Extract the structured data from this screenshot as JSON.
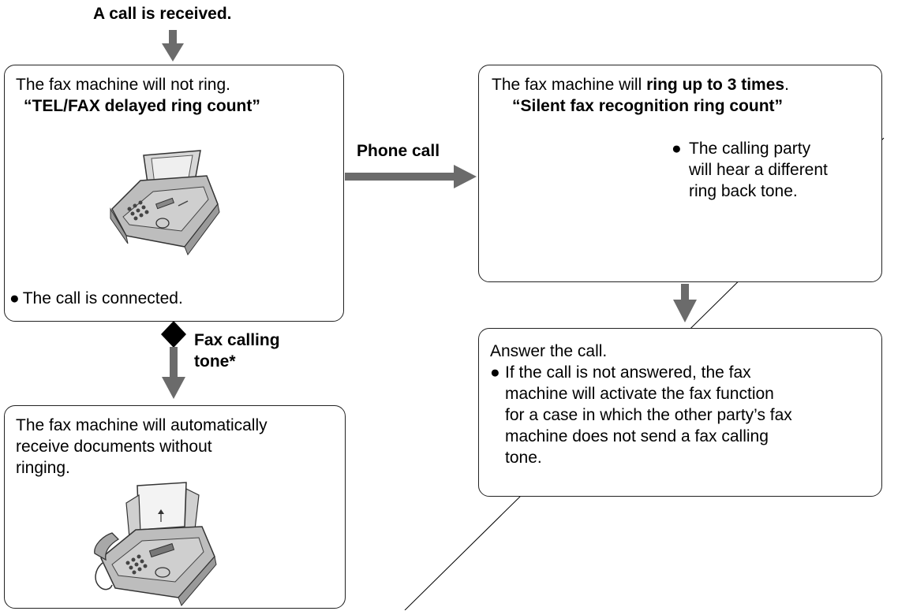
{
  "top_label": "A call is received.",
  "box_not_ring": {
    "line1": "The fax machine will not ring.",
    "title": "“TEL/FAX delayed ring count”",
    "bullet_mark": "●",
    "bullet": "The call is connected."
  },
  "phone_call_label": "Phone call",
  "fax_calling_label": {
    "line1": "Fax calling",
    "line2": "tone*"
  },
  "box_ring": {
    "line1_pre": "The fax machine will ",
    "line1_bold": "ring up to 3 times",
    "line1_post": ".",
    "title": "“Silent fax recognition ring count”",
    "bullet_mark": "●",
    "bullet_lines": [
      "The calling party",
      "will hear a different",
      "ring back tone."
    ]
  },
  "box_answer": {
    "line1": "Answer the call.",
    "bullet_mark": "●",
    "bullet_lines": [
      "If the call is not answered, the fax",
      "machine will activate the fax function",
      "for a case in which the other party’s fax",
      "machine does not send a fax calling",
      "tone."
    ]
  },
  "box_receive": {
    "lines": [
      "The fax machine will automatically",
      "receive documents without",
      "ringing."
    ]
  },
  "icons": [
    "fax-machine-icon",
    "fax-machine-with-handset-icon",
    "diamond-marker-icon"
  ]
}
